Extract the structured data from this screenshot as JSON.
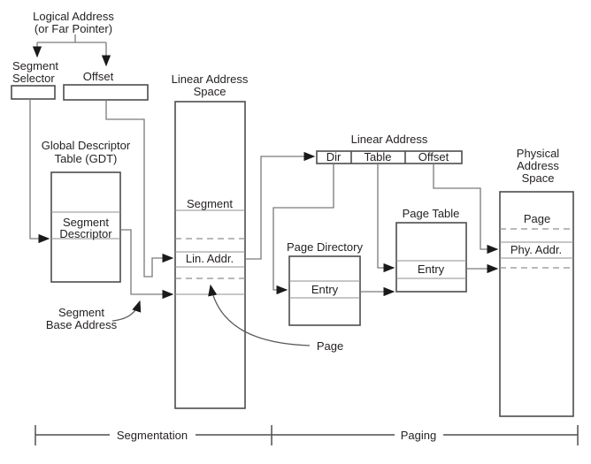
{
  "colors": {
    "background": "#ffffff",
    "box_border": "#4d4d4d",
    "connector_line": "#7a7a7a",
    "inner_row_line": "#8f8f8f",
    "arrowhead": "#1a1a1a",
    "text": "#231f20"
  },
  "logical_address": {
    "line1": "Logical Address",
    "line2": "(or Far Pointer)"
  },
  "segment_selector": {
    "line1": "Segment",
    "line2": "Selector"
  },
  "offset_label": "Offset",
  "gdt": {
    "title_line1": "Global Descriptor",
    "title_line2": "Table (GDT)",
    "descriptor_line1": "Segment",
    "descriptor_line2": "Descriptor"
  },
  "segment_base": {
    "line1": "Segment",
    "line2": "Base Address"
  },
  "linear_address_space": {
    "title_line1": "Linear Address",
    "title_line2": "Space",
    "segment": "Segment",
    "lin_addr": "Lin. Addr."
  },
  "page_pointer_label": "Page",
  "linear_address": {
    "title": "Linear Address",
    "dir": "Dir",
    "table": "Table",
    "offset": "Offset"
  },
  "page_directory": {
    "title": "Page Directory",
    "entry": "Entry"
  },
  "page_table": {
    "title": "Page Table",
    "entry": "Entry"
  },
  "physical_address_space": {
    "title_line1": "Physical",
    "title_line2": "Address",
    "title_line3": "Space",
    "page": "Page",
    "phy_addr": "Phy. Addr."
  },
  "brackets": {
    "segmentation": "Segmentation",
    "paging": "Paging"
  }
}
